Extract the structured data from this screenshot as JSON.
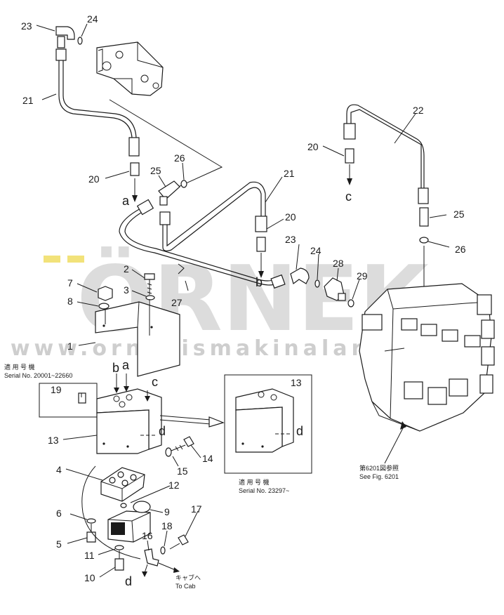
{
  "watermark": {
    "logo_text": "ÖRNEK",
    "url_text": "www.ornekismakinalari.com.tr",
    "color": "#d0d0d0",
    "accent_color": "#f2e27a"
  },
  "callouts": {
    "c1": "1",
    "c2": "2",
    "c3": "3",
    "c4": "4",
    "c5": "5",
    "c6": "6",
    "c7": "7",
    "c8": "8",
    "c9": "9",
    "c10": "10",
    "c11": "11",
    "c12": "12",
    "c13a": "13",
    "c13b": "13",
    "c14": "14",
    "c15": "15",
    "c16": "16",
    "c17": "17",
    "c18": "18",
    "c19": "19",
    "c20a": "20",
    "c20b": "20",
    "c20c": "20",
    "c21a": "21",
    "c21b": "21",
    "c22": "22",
    "c23a": "23",
    "c23b": "23",
    "c24a": "24",
    "c24b": "24",
    "c25a": "25",
    "c25b": "25",
    "c26a": "26",
    "c26b": "26",
    "c27": "27",
    "c28": "28",
    "c29": "29"
  },
  "flow_letters": {
    "a_top": "a",
    "b_mid": "b",
    "c_right": "c",
    "b_block": "b",
    "a_block": "a",
    "c_block": "c",
    "d_block": "d",
    "d_inset": "d",
    "d_bottom": "d"
  },
  "notes": {
    "serial_left_jp": "適 用 号 機",
    "serial_left": "Serial No. 20001~22660",
    "serial_inset_jp": "適 用 号 機",
    "serial_inset": "Serial No. 23297~",
    "see_fig_jp": "第6201図参照",
    "see_fig": "See Fig. 6201",
    "to_cab_jp": "キャブへ",
    "to_cab": "To Cab"
  }
}
